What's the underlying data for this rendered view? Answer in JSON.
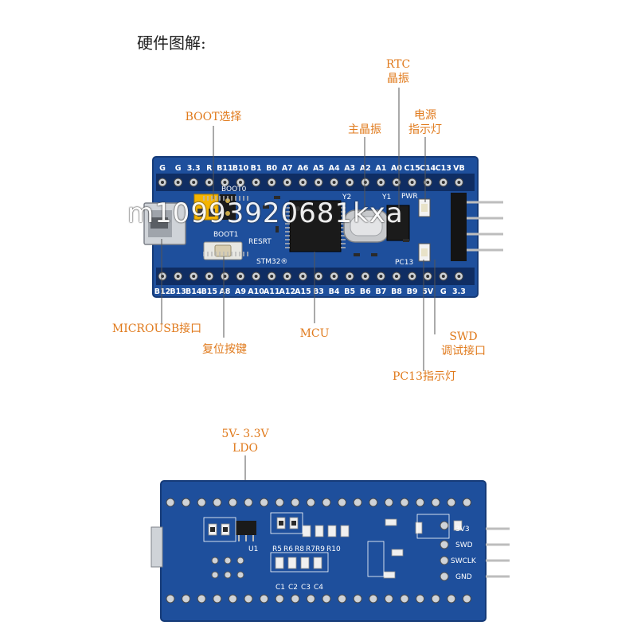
{
  "title": "硬件图解:",
  "callouts": {
    "rtc": [
      "RTC",
      "晶振"
    ],
    "boot": "BOOT选择",
    "main_crystal": "主晶振",
    "power_led": [
      "电源",
      "指示灯"
    ],
    "microusb": "MICROUSB接口",
    "reset": "复位按键",
    "mcu": "MCU",
    "swd": [
      "SWD",
      "调试接口"
    ],
    "pc13_led": "PC13指示灯",
    "ldo": [
      "5V- 3.3V",
      "LDO"
    ]
  },
  "top_board": {
    "top_pins": [
      "G",
      "G",
      "3.3",
      "R",
      "B11",
      "B10",
      "B1",
      "B0",
      "A7",
      "A6",
      "A5",
      "A4",
      "A3",
      "A2",
      "A1",
      "A0",
      "C15",
      "C14",
      "C13",
      "VB"
    ],
    "bottom_pins": [
      "B12",
      "B13",
      "B14",
      "B15",
      "A8",
      "A9",
      "A10",
      "A11",
      "A12",
      "A15",
      "B3",
      "B4",
      "B5",
      "B6",
      "B7",
      "B8",
      "B9",
      "5V",
      "G",
      "3.3"
    ],
    "silk": {
      "stm32": "STM32®",
      "resrt": "RESRT",
      "boot1": "BOOT1",
      "boot0": "BOOT0",
      "y2": "Y2",
      "y1": "Y1",
      "pwr": "PWR",
      "pc13": "PC13"
    }
  },
  "bottom_board": {
    "swd_pins": [
      "3V3",
      "SWD",
      "SWCLK",
      "GND"
    ],
    "silk_labels": [
      "R9",
      "R10",
      "R6",
      "R8",
      "R7",
      "R5",
      "C4",
      "C3",
      "C2",
      "C1",
      "U1"
    ]
  },
  "watermark": "m10993920681kxa",
  "colors": {
    "pcb": "#1e4f9c",
    "callout": "#e07a1c",
    "header": "#111111",
    "jumper": "#f5b400"
  }
}
